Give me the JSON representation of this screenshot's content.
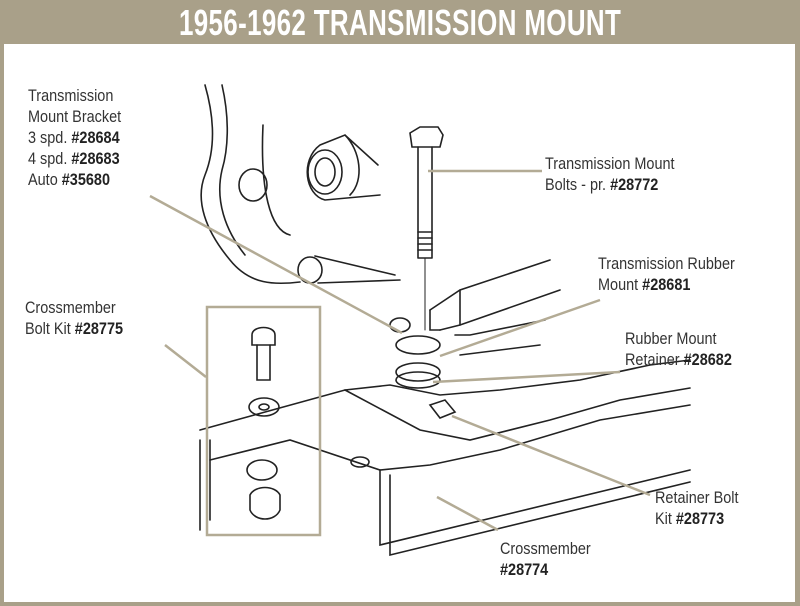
{
  "title": "1956-1962 TRANSMISSION MOUNT",
  "labels": {
    "bracket": {
      "line1": "Transmission",
      "line2": "Mount Bracket",
      "spd3": "3 spd.",
      "spd3_part": "#28684",
      "spd4": "4 spd.",
      "spd4_part": "#28683",
      "auto": "Auto",
      "auto_part": "#35680"
    },
    "bolts": {
      "line1": "Transmission Mount",
      "line2": "Bolts - pr.",
      "part": "#28772"
    },
    "rubber": {
      "line1": "Transmission Rubber",
      "line2": "Mount",
      "part": "#28681"
    },
    "retainer": {
      "line1": "Rubber Mount",
      "line2": "Retainer",
      "part": "#28682"
    },
    "crossbolt": {
      "line1": "Crossmember",
      "line2": "Bolt Kit",
      "part": "#28775"
    },
    "retainerbolt": {
      "line1": "Retainer Bolt",
      "line2": "Kit",
      "part": "#28773"
    },
    "crossmember": {
      "line1": "Crossmember",
      "part": "#28774"
    }
  },
  "colors": {
    "frame": "#a9a089",
    "leader": "#b3ab95",
    "ink": "#222222"
  }
}
